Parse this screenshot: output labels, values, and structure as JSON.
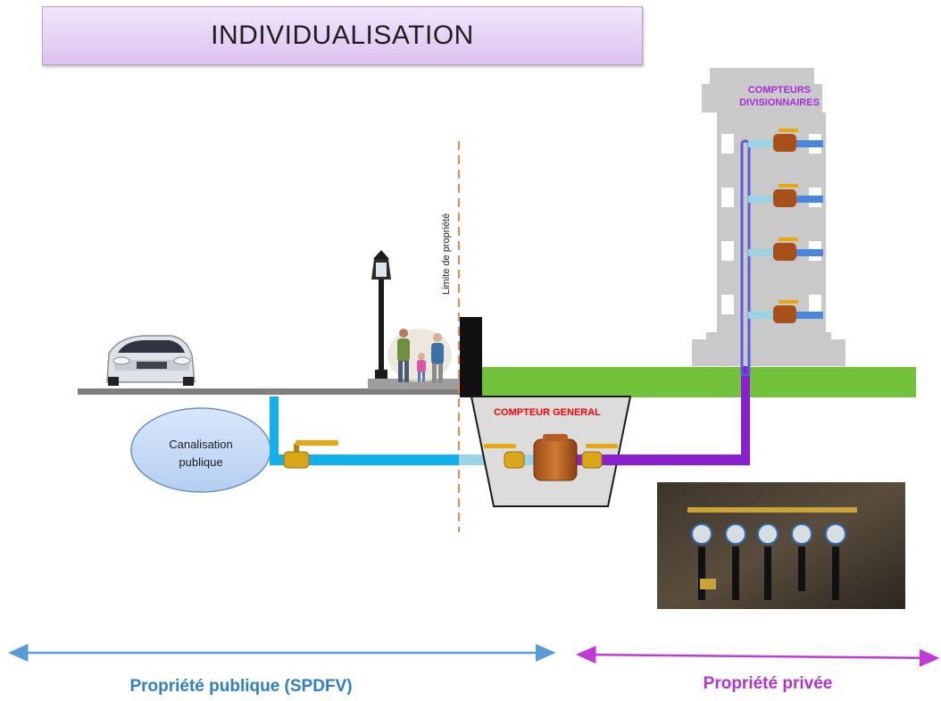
{
  "title": "INDIVIDUALISATION",
  "labels": {
    "canalisation_line1": "Canalisation",
    "canalisation_line2": "publique",
    "compteur_general": "COMPTEUR GENERAL",
    "compteurs_div_line1": "COMPTEURS",
    "compteurs_div_line2": "DIVISIONNAIRES",
    "limite": "Limite de propriété",
    "public_property": "Propriété publique (SPDFV)",
    "private_property": "Propriété privée"
  },
  "icons": [
    "car-icon",
    "street-lamp-icon",
    "pedestrians-icon",
    "valve-icon",
    "water-meter-icon",
    "building-icon",
    "manifold-photo"
  ],
  "colors": {
    "public_pipe": "#12b0ec",
    "meter_pipe": "#9ad3e6",
    "private_pipe": "#8a1fcf",
    "riser_pipe": "#5b5bdc",
    "ground": "#72c23c",
    "public_arrow": "#5b9bd5",
    "private_arrow": "#c03ad6",
    "title_bg": "#e8d5f6"
  }
}
